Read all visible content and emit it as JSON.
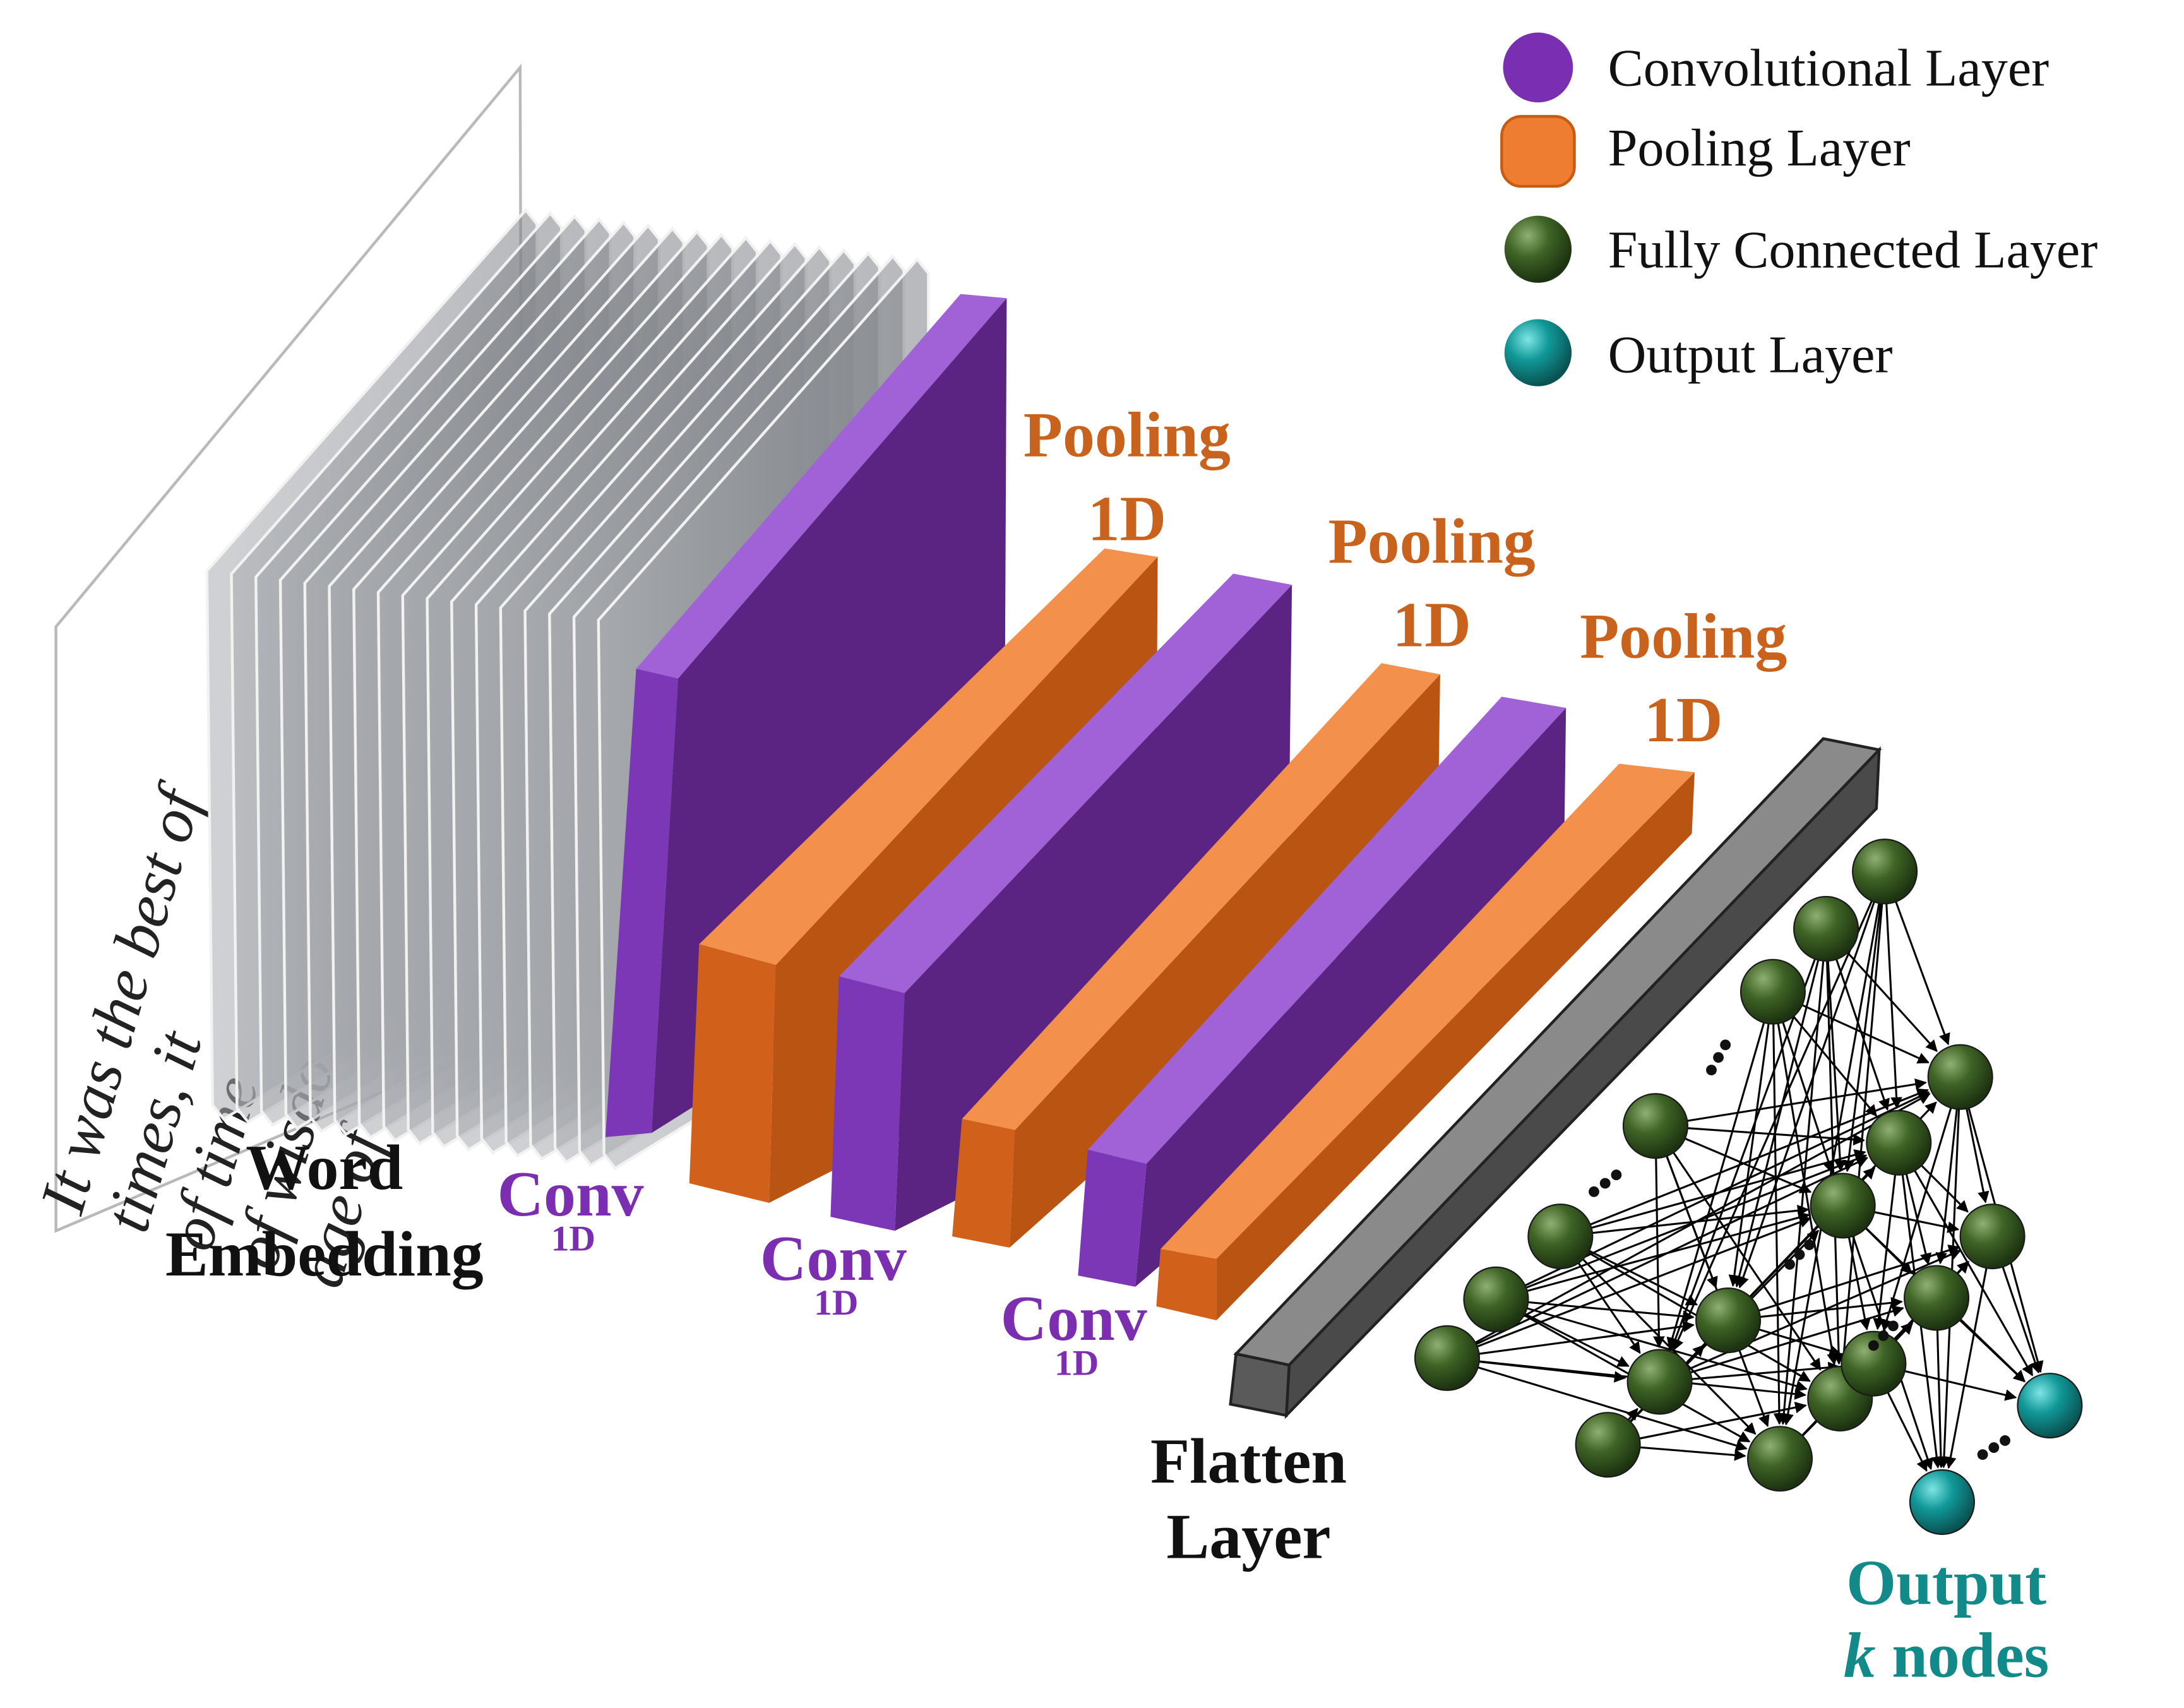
{
  "document": {
    "legend": {
      "items": [
        {
          "label": "Convolutional Layer",
          "shape": "circle",
          "color": "#7a2fb3"
        },
        {
          "label": "Pooling Layer",
          "shape": "rounded-square",
          "color": "#ef7d31"
        },
        {
          "label": "Fully Connected Layer",
          "shape": "sphere",
          "color": "#3c5e22"
        },
        {
          "label": "Output Layer",
          "shape": "sphere",
          "color": "#0d8b8b"
        }
      ]
    },
    "input_text": {
      "lines": [
        "It was the best of",
        "times, it",
        "of time",
        "of wisdo",
        "age of"
      ]
    },
    "labels": {
      "word_embedding": [
        "Word",
        "Embedding"
      ],
      "conv": {
        "main": "Conv",
        "sub": "1D"
      },
      "pooling": {
        "main": "Pooling",
        "sub": "1D"
      },
      "flatten": [
        "Flatten",
        "Layer"
      ],
      "output": {
        "line1": "Output",
        "k": "k",
        "nodes": " nodes"
      }
    },
    "colors": {
      "conv_front": "#5b2482",
      "conv_side": "#7b37b5",
      "conv_top": "#a162d8",
      "pool_front": "#ba5413",
      "pool_side": "#d0601a",
      "pool_top": "#f3904b",
      "flatten": "#6e6e6e",
      "fc_node": "#3c5e22",
      "output_node": "#0f8f8f",
      "conv_label": "#7b2fb0",
      "pool_label": "#c9621c",
      "output_label": "#128a8a",
      "ellipsis": "#111111"
    }
  }
}
